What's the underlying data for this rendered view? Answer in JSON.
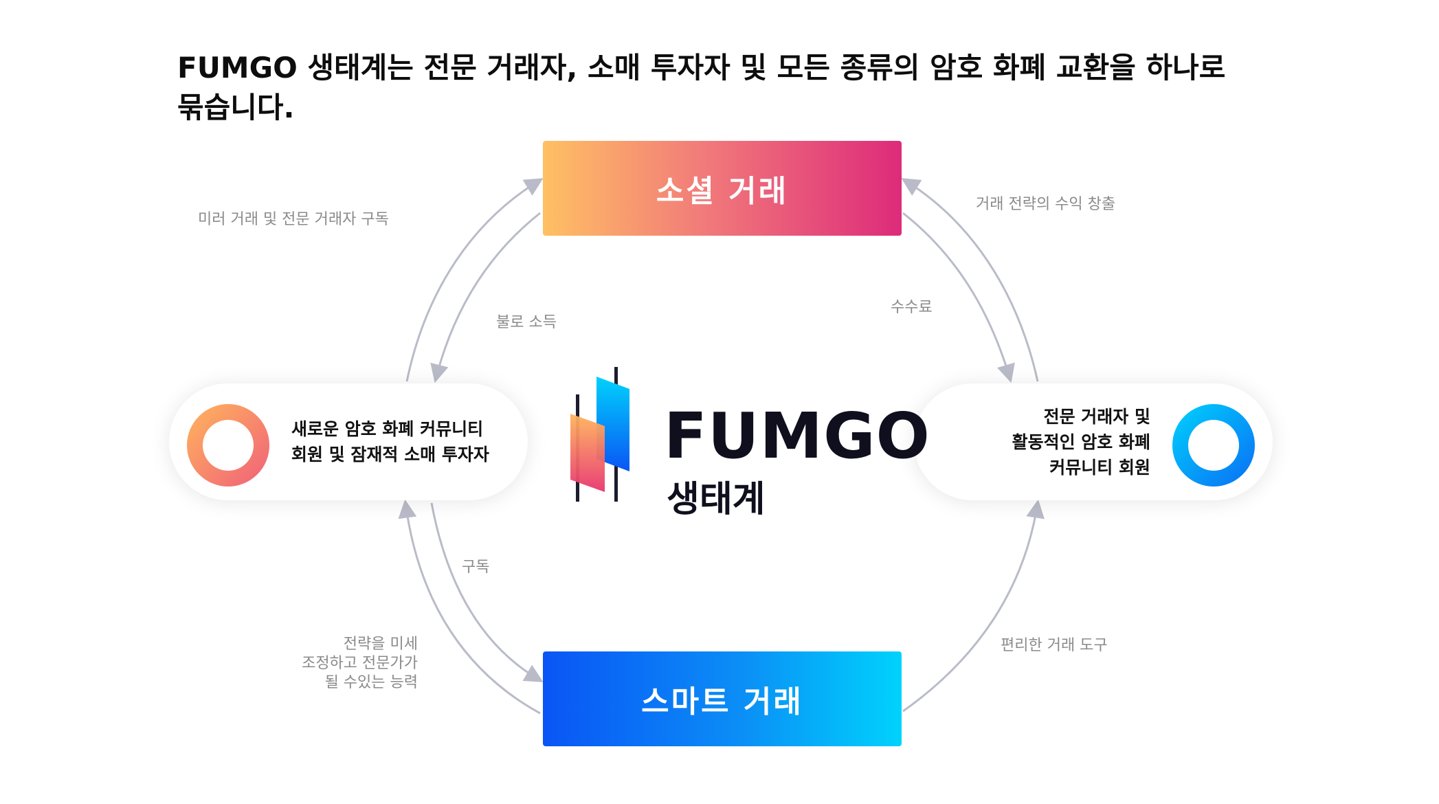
{
  "headline": "FUMGO 생태계는 전문 거래자, 소매 투자자 및 모든 종류의 암호 화폐 교환을 하나로 묶습니다.",
  "boxes": {
    "social": "소셜 거래",
    "smart": "스마트 거래"
  },
  "pills": {
    "left": "새로운 암호 화폐 커뮤니티\n회원 및 잠재적 소매 투자자",
    "right": "전문 거래자 및\n활동적인 암호 화폐\n커뮤니티 회원"
  },
  "brand": {
    "name": "FUMGO",
    "sub": "생태계"
  },
  "labels": {
    "mirror": "미러 거래 및 전문 거래자 구독",
    "passive": "불로 소득",
    "strategy": "거래 전략의 수익 창출",
    "fees": "수수료",
    "subscribe": "구독",
    "finetune": "전략을 미세\n조정하고 전문가가\n될 수있는 능력",
    "tools": "편리한 거래 도구"
  },
  "colors": {
    "arrow": "#b9bcc8",
    "social_gradient": [
      "#ffc063",
      "#f17a7a",
      "#dd2b7a"
    ],
    "smart_gradient": [
      "#0a55f5",
      "#0b8ef6",
      "#00d2fc"
    ],
    "left_ring": [
      "#ffb55c",
      "#f0607a"
    ],
    "right_ring": [
      "#00d2fc",
      "#0a6ef5"
    ]
  }
}
